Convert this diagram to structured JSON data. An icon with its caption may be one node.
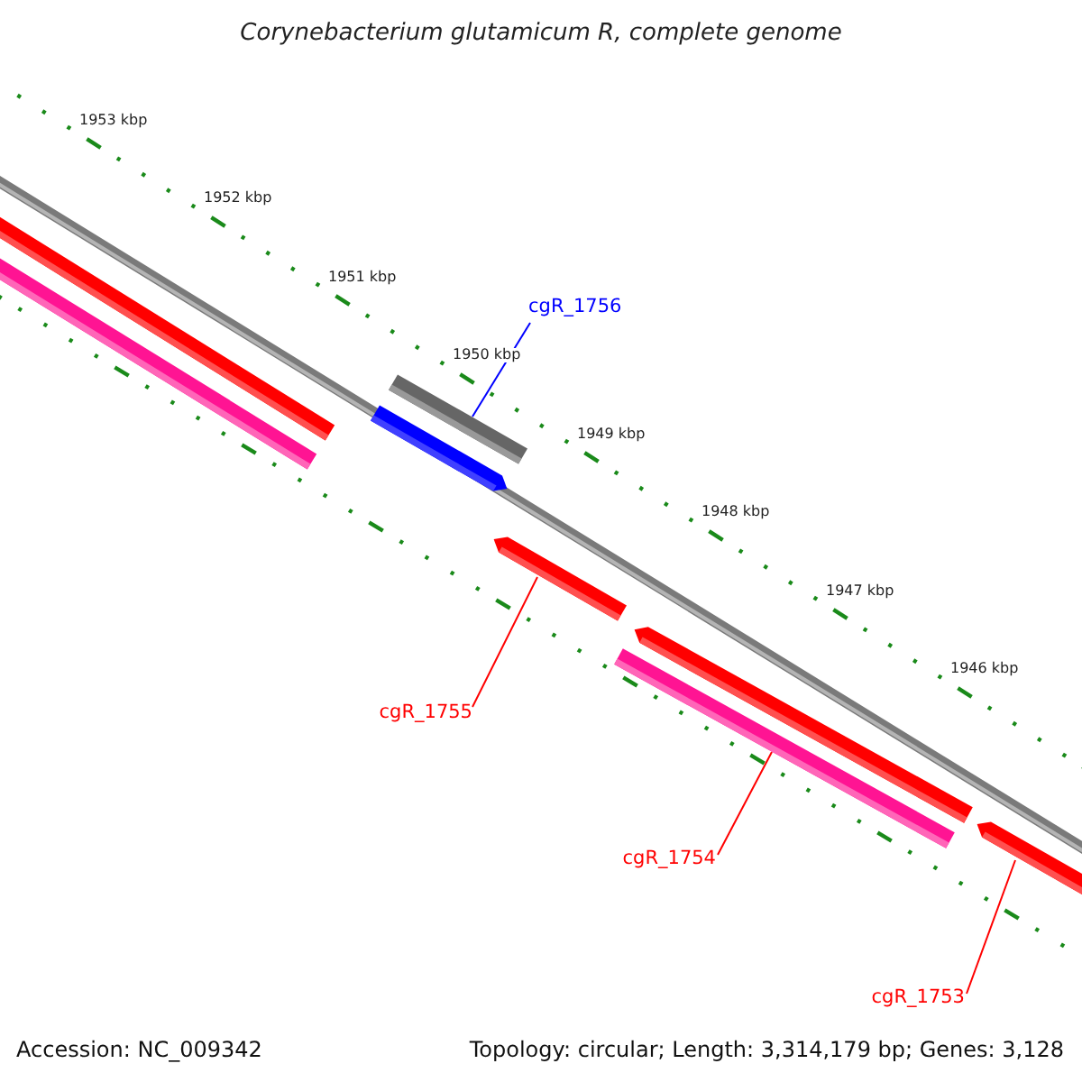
{
  "diagram": {
    "title": "Corynebacterium glutamicum R, complete genome",
    "nodes": [
      {
        "text": [
          "cgR_1756"
        ]
      },
      {
        "text": [],
        "shape": "bar"
      },
      {
        "text": [
          "cgR_1755"
        ]
      },
      {
        "text": [],
        "shape": "bar"
      },
      {
        "text": [
          "cgR_1754"
        ]
      },
      {
        "text": [],
        "shape": "bar"
      },
      {
        "text": [
          "cgR_1753"
        ]
      },
      {
        "text": [],
        "shape": "bar"
      },
      {
        "text": [],
        "shape": "bar"
      },
      {
        "text": [],
        "shape": "bar"
      },
      {
        "text": [],
        "shape": "bar"
      },
      {
        "text": [],
        "shape": "bar"
      }
    ],
    "edges": [
      {
        "from": 0,
        "to": 1,
        "arrow": "none",
        "color": "#0000ff"
      },
      {
        "from": 2,
        "to": 3,
        "arrow": "none"
      },
      {
        "from": 4,
        "to": 5,
        "arrow": "none"
      },
      {
        "from": 6,
        "to": 7,
        "arrow": "none"
      }
    ],
    "labels": [
      "1953 kbp",
      "1952 kbp",
      "1951 kbp",
      "1950 kbp",
      "1949 kbp",
      "1948 kbp",
      "1947 kbp",
      "1946 kbp",
      "Accession: NC_009342",
      "Topology: circular; Length: 3,314,179 bp; Genes: 3,128"
    ]
  }
}
